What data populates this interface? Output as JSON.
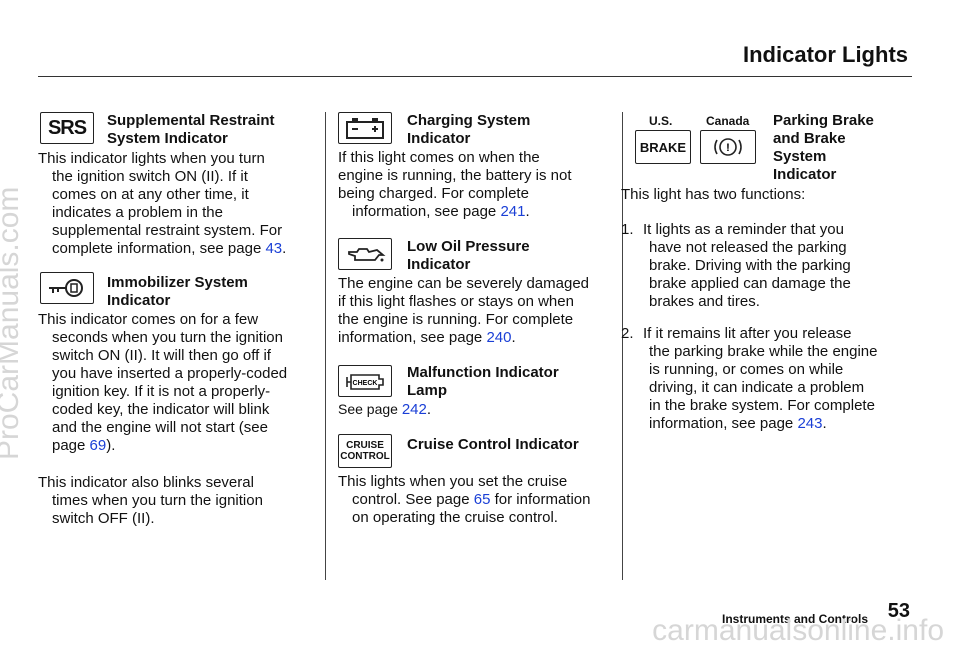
{
  "header": {
    "title": "Indicator Lights"
  },
  "col1": {
    "srs": {
      "icon_text": "SRS",
      "heading1": "Supplemental Restraint",
      "heading2": "System Indicator",
      "lines": [
        "This indicator lights when you turn",
        "the ignition switch ON (II). If it",
        "comes on at any other time, it",
        "indicates a problem in the",
        "supplemental restraint system. For",
        "complete information, see page "
      ],
      "page_link": "43",
      "tail": "."
    },
    "immobilizer": {
      "heading1": "Immobilizer System",
      "heading2": "Indicator",
      "lines": [
        "This indicator comes on for a few",
        "seconds when you turn the ignition",
        "switch ON (II). It will then go off if",
        "you have inserted a properly-coded",
        "ignition key. If it is not a properly-",
        "coded key, the indicator will blink",
        "and the engine will not start (see",
        "page "
      ],
      "page_link": "69",
      "tail": ").",
      "extra_lines": [
        "This indicator also blinks several",
        "times when you turn the ignition",
        "switch OFF (II)."
      ]
    }
  },
  "col2": {
    "charging": {
      "icon_text": "− +",
      "heading1": "Charging System",
      "heading2": "Indicator",
      "lines": [
        "If this light comes on when the",
        "engine is running, the battery is not",
        "being charged. For complete",
        "information, see page "
      ],
      "page_link": "241",
      "tail": "."
    },
    "oil": {
      "heading1": "Low Oil Pressure",
      "heading2": "Indicator",
      "lines": [
        "The engine can be severely damaged",
        "if this light flashes or stays on when",
        "the engine is running. For complete",
        "information, see page "
      ],
      "page_link": "240",
      "tail": "."
    },
    "malfunction": {
      "icon_text": "CHECK",
      "heading1": "Malfunction Indicator",
      "heading2": "Lamp",
      "line": "See page ",
      "page_link": "242",
      "tail": "."
    },
    "cruise": {
      "icon_line1": "CRUISE",
      "icon_line2": "CONTROL",
      "heading": "Cruise Control Indicator",
      "lines": [
        "This lights when you set the cruise",
        "control. See page "
      ],
      "page_link": "65",
      "line2_tail": " for information",
      "line3": "on operating the cruise control."
    }
  },
  "col3": {
    "parking": {
      "us_label": "U.S.",
      "canada_label": "Canada",
      "brake_icon_text": "BRAKE",
      "canada_icon_text": "!",
      "heading1": "Parking Brake",
      "heading2": "and Brake",
      "heading3": "System",
      "heading4": "Indicator",
      "intro": "This light has two functions:",
      "items": [
        {
          "num": "1.",
          "lines": [
            "It lights as a reminder that you",
            "have not released the parking",
            "brake. Driving with the parking",
            "brake applied can damage the",
            "brakes and tires."
          ]
        },
        {
          "num": "2.",
          "lines": [
            "If it remains lit after you release",
            "the parking brake while the engine",
            "is running, or comes on while",
            "driving, it can indicate a problem",
            "in the brake system. For complete",
            "information, see page "
          ],
          "page_link": "243",
          "tail": "."
        }
      ]
    }
  },
  "footer": {
    "section": "Instruments and Controls",
    "page_number": "53"
  },
  "watermarks": {
    "left": "ProCarManuals.com",
    "bottom": "carmanualsonline.info"
  },
  "colors": {
    "link": "#1a3fd6",
    "text": "#111111",
    "watermark": "#d6d6d6"
  }
}
